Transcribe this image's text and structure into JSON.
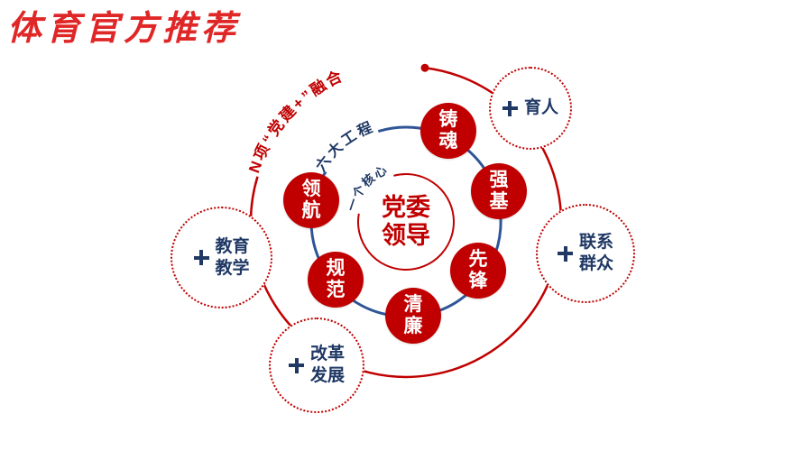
{
  "title": "体育官方推荐",
  "diagram": {
    "core": {
      "label": "党委领导",
      "ring_label": "一个核心"
    },
    "inner_ring_label": "六大工程",
    "outer_ring_label": "N项“党建+”融合",
    "nodes": [
      "铸魂",
      "强基",
      "先锋",
      "清廉",
      "规范",
      "领航"
    ],
    "satellites": [
      "育人",
      "联系群众",
      "改革发展",
      "教育教学"
    ],
    "colors": {
      "node_red": "#c00000",
      "navy_text": "#1f3864",
      "ring_blue": "#2f5597",
      "title_red": "#e02727"
    }
  }
}
